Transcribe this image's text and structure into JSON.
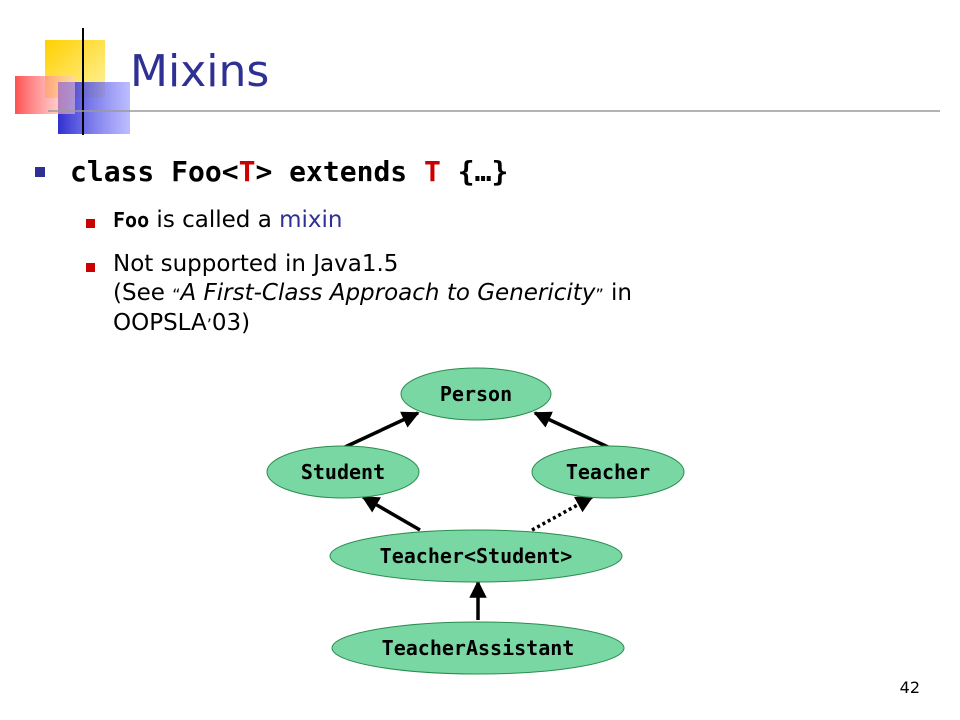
{
  "slide": {
    "title": "Mixins",
    "page_number": "42"
  },
  "bullet1": {
    "kw_class": "class Foo<",
    "type_param": "T",
    "kw_extends": "> extends ",
    "type_param2": "T",
    "body": " {…}"
  },
  "sub1": {
    "code": "Foo",
    "text": " is called a ",
    "term": "mixin"
  },
  "sub2": {
    "line1": "Not supported in Java1.5",
    "see_prefix": "(See ",
    "open_quote": "“",
    "paper_title": "A First-Class Approach to Genericity",
    "close_quote": "”",
    "in_text": " in",
    "venue": "OOPSLA",
    "apos": "’",
    "year_close": "03)"
  },
  "diagram": {
    "colors": {
      "node_fill": "#79d7a4",
      "node_stroke": "#2b8c4e",
      "arrow": "#000000"
    },
    "nodes": {
      "person": "Person",
      "student": "Student",
      "teacher": "Teacher",
      "teacher_student": "Teacher<Student>",
      "teacher_assistant": "TeacherAssistant"
    }
  }
}
